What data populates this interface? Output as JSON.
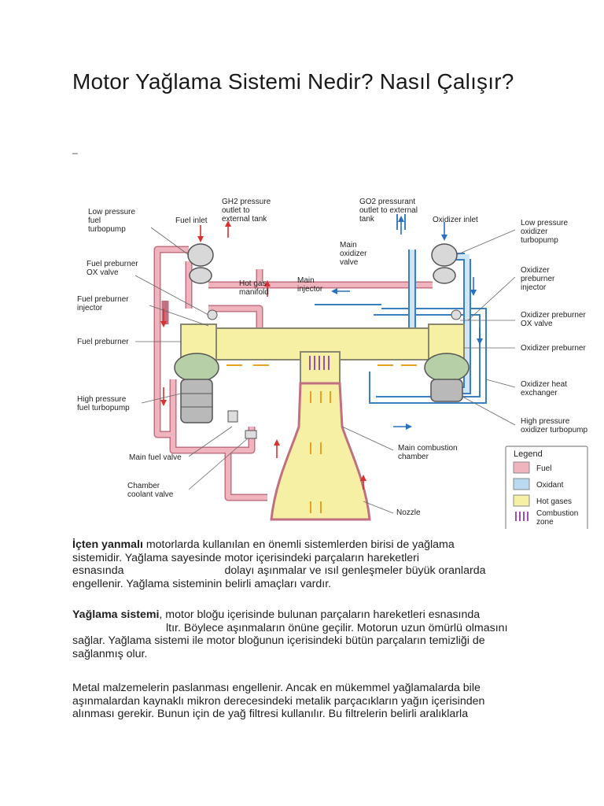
{
  "document": {
    "title": "Motor Yağlama Sistemi Nedir? Nasıl Çalışır?",
    "separator": "_"
  },
  "diagram": {
    "labels": {
      "low_pressure_fuel_turbopump": [
        "Low pressure",
        "fuel",
        "turbopump"
      ],
      "fuel_inlet": "Fuel inlet",
      "gh2_outlet": [
        "GH2 pressure",
        "outlet to",
        "external tank"
      ],
      "go2_outlet": [
        "GO2 pressurant",
        "outlet to external",
        "tank"
      ],
      "oxidizer_inlet": "Oxidizer inlet",
      "low_pressure_oxidizer_turbopump": [
        "Low pressure",
        "oxidizer",
        "turbopump"
      ],
      "fuel_preburner_ox_valve": [
        "Fuel preburner",
        "OX valve"
      ],
      "main_oxidizer_valve": [
        "Main",
        "oxidizer",
        "valve"
      ],
      "hot_gas_manifold": [
        "Hot gas",
        "manifold"
      ],
      "main_injector": [
        "Main",
        "injector"
      ],
      "oxidizer_preburner_injector": [
        "Oxidizer",
        "preburner",
        "injector"
      ],
      "fuel_preburner_injector": [
        "Fuel preburner",
        "injector"
      ],
      "oxidizer_preburner_ox_valve": [
        "Oxidizer preburner",
        "OX valve"
      ],
      "fuel_preburner": "Fuel preburner",
      "oxidizer_preburner": "Oxidizer preburner",
      "oxidizer_heat_exchanger": [
        "Oxidizer heat",
        "exchanger"
      ],
      "high_pressure_fuel_turbopump": [
        "High pressure",
        "fuel turbopump"
      ],
      "high_pressure_oxidizer_turbopump": [
        "High pressure",
        "oxidizer turbopump"
      ],
      "main_combustion_chamber": [
        "Main combustion",
        "chamber"
      ],
      "main_fuel_valve": "Main fuel valve",
      "chamber_coolant_valve": [
        "Chamber",
        "coolant valve"
      ],
      "nozzle": "Nozzle"
    },
    "legend": {
      "title": "Legend",
      "items": [
        {
          "label": "Fuel",
          "color": "#f0b4bf"
        },
        {
          "label": "Oxidant",
          "color": "#b9daf0"
        },
        {
          "label": "Hot gases",
          "color": "#f6f0a4"
        }
      ],
      "combustion_zone": [
        "Combustion",
        "zone"
      ],
      "combustion_color": "#9b4fb0"
    },
    "colors": {
      "fuel_fill": "#f0b4bf",
      "fuel_stroke": "#c07080",
      "ox_fill": "#cfe6f6",
      "ox_stroke": "#3a7fc0",
      "hot_fill": "#f6f0a4",
      "hot_stroke": "#888870",
      "arrow_red": "#d93030",
      "arrow_blue": "#2a70c0",
      "arrow_orange": "#e8a020"
    }
  },
  "paragraphs": {
    "p1": {
      "bold": "İçten yanmalı",
      "line1_rest": " motorlarda kullanılan en önemli sistemlerden birisi de yağlama",
      "line2": "sistemidir. Yağlama sayesinde motor içerisindeki parçaların hareketleri",
      "line3_a": "esnasında",
      "line3_b": "dolayı aşınmalar ve ısıl genleşmeler büyük oranlarda",
      "line4": "engellenir. Yağlama sisteminin belirli amaçları vardır."
    },
    "p2": {
      "bold": "Yağlama sistemi",
      "line1_rest": ", motor bloğu içerisinde bulunan parçaların hareketleri esnasında",
      "line2_b": "ltır. Böylece aşınmaların önüne geçilir. Motorun uzun ömürlü olmasını",
      "line3": "sağlar. Yağlama sistemi ile motor bloğunun içerisindeki bütün parçaların temizliği de",
      "line4": "sağlanmış olur."
    },
    "p3": {
      "line1": "Metal malzemelerin paslanması engellenir. Ancak en mükemmel yağlamalarda bile",
      "line2": "aşınmalardan kaynaklı mikron derecesindeki metalik parçacıkların yağın içerisinden",
      "line3": "alınması gerekir. Bunun için de yağ filtresi kullanılır. Bu filtrelerin belirli aralıklarla"
    }
  }
}
